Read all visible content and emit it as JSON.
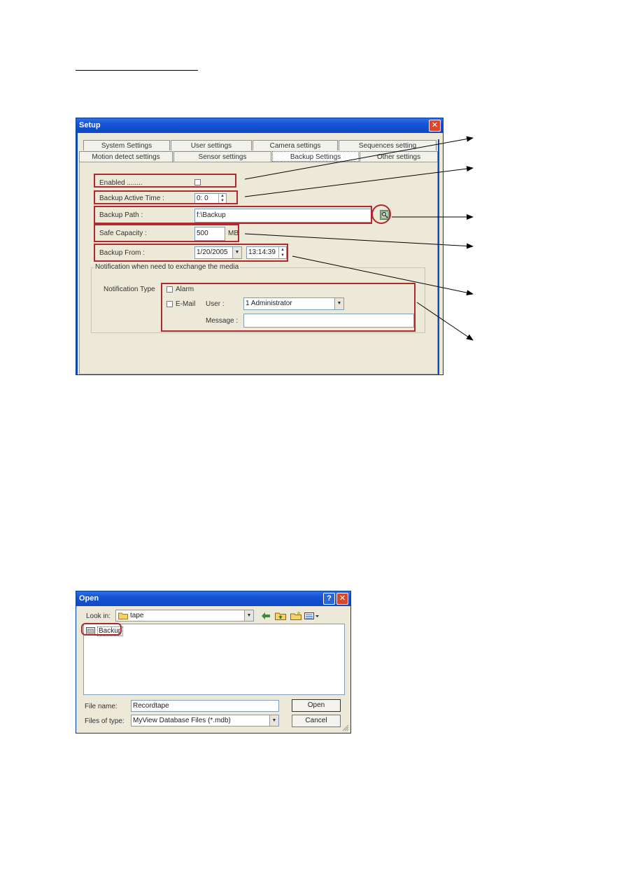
{
  "setup": {
    "title": "Setup",
    "close": "✕",
    "tabs_row1": [
      "System Settings",
      "User settings",
      "Camera settings",
      "Sequences setting"
    ],
    "tabs_row2": [
      "Motion detect settings",
      "Sensor settings",
      "Backup Settings",
      "Other settings"
    ],
    "active_tab": "Backup Settings",
    "enabled_label": "Enabled ........",
    "active_time_label": "Backup Active Time :",
    "active_time_value": "0: 0",
    "path_label": "Backup Path :",
    "path_value": "f:\\Backup",
    "capacity_label": "Safe Capacity :",
    "capacity_value": "500",
    "capacity_unit": "MB",
    "from_label": "Backup From :",
    "from_date": "1/20/2005",
    "from_time": "13:14:39",
    "notification_group": "Notification when need to exchange the media",
    "notification_type_label": "Notification Type",
    "alarm_label": "Alarm",
    "email_label": "E-Mail",
    "user_label": "User :",
    "user_value": "1 Administrator",
    "message_label": "Message :",
    "message_value": ""
  },
  "open_dialog": {
    "title": "Open",
    "help": "?",
    "close": "✕",
    "look_in_label": "Look in:",
    "look_in_value": "tape",
    "items": [
      "Backup"
    ],
    "file_name_label": "File name:",
    "file_name_value": "Recordtape",
    "files_of_type_label": "Files of type:",
    "files_of_type_value": "MyView Database Files (*.mdb)",
    "open_button": "Open",
    "cancel_button": "Cancel"
  },
  "colors": {
    "annotation_red": "#b3282d",
    "titlebar_blue": "#1553d3",
    "dialog_bg": "#ece9d8"
  },
  "icons": [
    "close-icon",
    "help-icon",
    "folder-icon",
    "browse-icon",
    "back-icon",
    "up-folder-icon",
    "new-folder-icon",
    "view-menu-icon",
    "dropdown-arrow-icon",
    "spinner-icon"
  ]
}
